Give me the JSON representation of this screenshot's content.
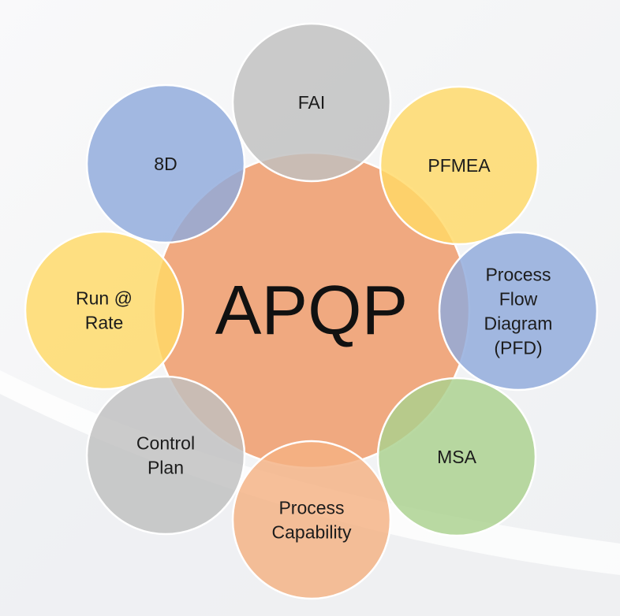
{
  "diagram": {
    "center": {
      "label": "APQP",
      "color": "#F0A980"
    },
    "nodes": [
      {
        "id": "fai",
        "lines": [
          "FAI"
        ],
        "color": "#BFBFBF"
      },
      {
        "id": "pfmea",
        "lines": [
          "PFMEA"
        ],
        "color": "#FFD966"
      },
      {
        "id": "process-flow-diagram",
        "lines": [
          "Process",
          "Flow",
          "Diagram",
          "(PFD)"
        ],
        "color": "#8FAADC"
      },
      {
        "id": "msa",
        "lines": [
          "MSA"
        ],
        "color": "#A9D18E"
      },
      {
        "id": "process-capability",
        "lines": [
          "Process",
          "Capability"
        ],
        "color": "#F4B183"
      },
      {
        "id": "control-plan",
        "lines": [
          "Control",
          "Plan"
        ],
        "color": "#BFBFBF"
      },
      {
        "id": "run-at-rate",
        "lines": [
          "Run @",
          "Rate"
        ],
        "color": "#FFD966"
      },
      {
        "id": "8d",
        "lines": [
          "8D"
        ],
        "color": "#8FAADC"
      }
    ]
  }
}
